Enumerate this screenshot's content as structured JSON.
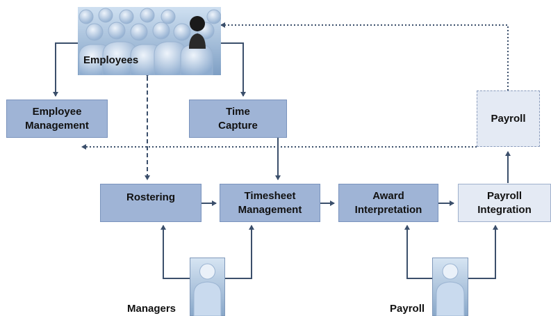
{
  "diagram": {
    "nodes": {
      "employees": "Employees",
      "employee_management": "Employee\nManagement",
      "time_capture": "Time\nCapture",
      "rostering": "Rostering",
      "timesheet_management": "Timesheet\nManagement",
      "award_interpretation": "Award\nInterpretation",
      "payroll_integration": "Payroll\nIntegration",
      "payroll_top": "Payroll",
      "managers": "Managers",
      "payroll_user": "Payroll"
    },
    "colors": {
      "box_dark": "#9fb4d6",
      "box_light": "#e4eaf4",
      "connector": "#3b4f6b"
    },
    "icons": {
      "employees": "crowd-icon",
      "managers": "person-icon",
      "payroll_user": "person-icon"
    }
  }
}
